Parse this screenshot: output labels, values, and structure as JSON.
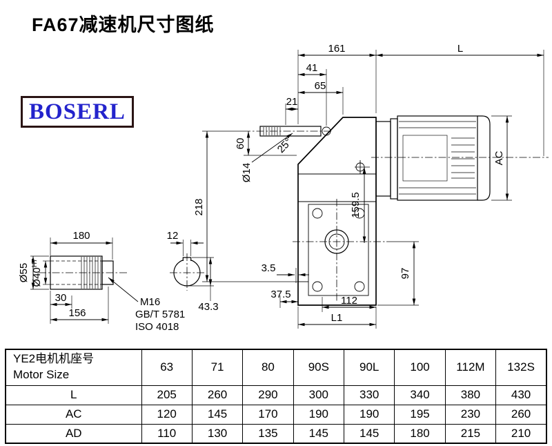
{
  "title": "FA67减速机尺寸图纸",
  "logo_text": "BOSERL",
  "main_view": {
    "dim_161": "161",
    "dim_L": "L",
    "dim_41": "41",
    "dim_65": "65",
    "dim_21": "21",
    "dim_60": "60",
    "dim_218": "218",
    "dim_phi14": "Ø14",
    "dim_angle": "25°",
    "dim_159_5": "159.5",
    "dim_AC": "AC",
    "dim_97": "97",
    "dim_3_5": "3.5",
    "dim_37_5": "37.5",
    "dim_112": "112",
    "dim_L1": "L1"
  },
  "shaft_view": {
    "dim_180": "180",
    "dim_12": "12",
    "dim_phi55": "Ø55",
    "dim_phi40": "Ø40",
    "dim_phi40_tol": "H7",
    "dim_30": "30",
    "dim_156": "156",
    "thread_spec": "M16",
    "standard_gb": "GB/T 5781",
    "standard_iso": "ISO 4018",
    "dim_43_3": "43.3"
  },
  "table": {
    "header": {
      "line1": "YE2电机机座号",
      "line2": "Motor Size"
    },
    "columns": [
      "63",
      "71",
      "80",
      "90S",
      "90L",
      "100",
      "112M",
      "132S"
    ],
    "rows": [
      {
        "label": "L",
        "values": [
          "205",
          "260",
          "290",
          "300",
          "330",
          "340",
          "380",
          "430"
        ]
      },
      {
        "label": "AC",
        "values": [
          "120",
          "145",
          "170",
          "190",
          "190",
          "195",
          "230",
          "260"
        ]
      },
      {
        "label": "AD",
        "values": [
          "110",
          "130",
          "135",
          "145",
          "145",
          "180",
          "215",
          "210"
        ]
      }
    ]
  }
}
